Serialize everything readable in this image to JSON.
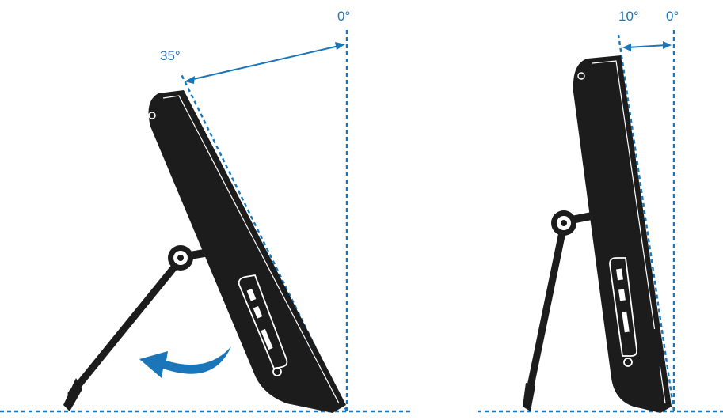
{
  "labels": {
    "left_zero": "0°",
    "left_tilt": "35°",
    "right_tilt": "10°",
    "right_zero": "0°"
  },
  "colors": {
    "accent": "#1a76b8",
    "device": "#1c1c1c",
    "device_edge": "#333333",
    "port": "#2a2a2a",
    "highlight": "#ffffff",
    "arrow_fill": "#1a76b8"
  },
  "icons": {
    "rotate_arrow": "curved-arrow-icon"
  }
}
